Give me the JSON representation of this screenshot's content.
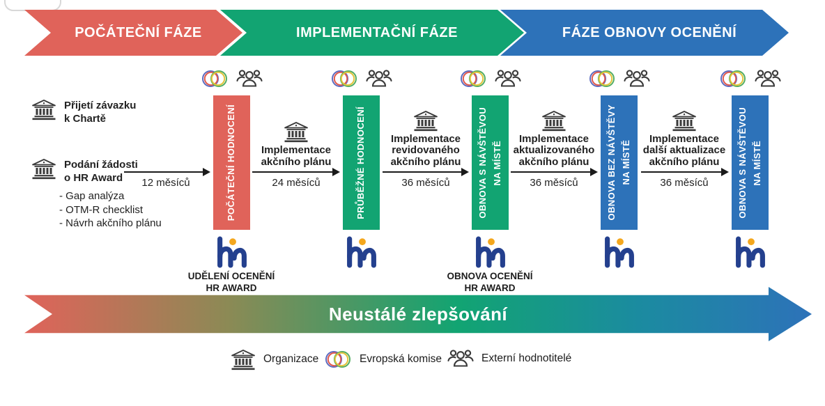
{
  "phases": [
    {
      "label": "POČÁTEČNÍ FÁZE",
      "color": "#e0635a"
    },
    {
      "label": "IMPLEMENTAČNÍ FÁZE",
      "color": "#12a472"
    },
    {
      "label": "FÁZE OBNOVY OCENĚNÍ",
      "color": "#2d72b9"
    }
  ],
  "left": {
    "block1": {
      "line1": "Přijetí závazku",
      "line2": "k Chartě"
    },
    "block2": {
      "line1": "Podání žádosti",
      "line2": "o HR Award",
      "items": [
        "- Gap analýza",
        "- OTM-R checklist",
        "- Návrh akčního plánu"
      ]
    }
  },
  "bars": [
    {
      "lines": {
        "0": "POČÁTEČNÍ HODNOCENÍ"
      },
      "color": "#e0635a"
    },
    {
      "lines": {
        "0": "PRŮBĚŽNÉ HODNOCENÍ"
      },
      "color": "#12a472"
    },
    {
      "lines": {
        "0": "OBNOVA S NÁVŠTĚVOU",
        "1": "NA MÍSTĚ"
      },
      "color": "#12a472"
    },
    {
      "lines": {
        "0": "OBNOVA BEZ NÁVŠTĚVY",
        "1": "NA MÍSTĚ"
      },
      "color": "#2d72b9"
    },
    {
      "lines": {
        "0": "OBNOVA S NÁVŠTĚVOU",
        "1": "NA MÍSTĚ"
      },
      "color": "#2d72b9"
    }
  ],
  "transitions": [
    {
      "duration": "12 měsíců"
    },
    {
      "duration": "24 měsíců",
      "lines": {
        "0": "Implementace",
        "1": "akčního plánu"
      }
    },
    {
      "duration": "36 měsíců",
      "lines": {
        "0": "Implementace",
        "1": "revidovaného",
        "2": "akčního plánu"
      }
    },
    {
      "duration": "36 měsíců",
      "lines": {
        "0": "Implementace",
        "1": "aktualizovaného",
        "2": "akčního plánu"
      }
    },
    {
      "duration": "36 měsíců",
      "lines": {
        "0": "Implementace",
        "1": "další aktualizace",
        "2": "akčního plánu"
      }
    }
  ],
  "awards": [
    {
      "line1": "UDĚLENÍ OCENĚNÍ",
      "line2": "HR AWARD"
    },
    {
      "line1": "OBNOVA OCENĚNÍ",
      "line2": "HR AWARD"
    }
  ],
  "bottom_arrow": {
    "label": "Neustálé zlepšování",
    "gradient": [
      "#e0635a",
      "#8b8a55",
      "#12a472",
      "#1b8ba0",
      "#2d72b9"
    ]
  },
  "legend": [
    {
      "icon": "bank-icon",
      "label": "Organizace"
    },
    {
      "icon": "rings-icon",
      "label": "Evropská komise"
    },
    {
      "icon": "people-icon",
      "label": "Externí hodnotitelé"
    }
  ]
}
